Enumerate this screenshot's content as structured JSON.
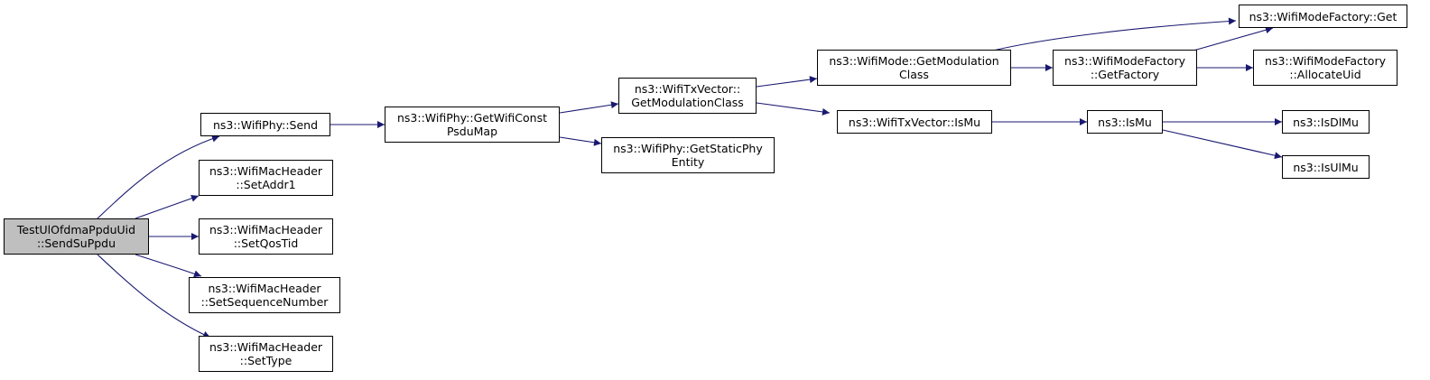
{
  "colors": {
    "edge": "#191970",
    "root_fill": "#bfbfbf",
    "node_fill": "#ffffff",
    "border": "#000000"
  },
  "nodes": {
    "send_su_ppdu": {
      "line1": "TestUlOfdmaPpduUid",
      "line2": "::SendSuPpdu"
    },
    "wifiphy_send": {
      "line1": "ns3::WifiPhy::Send",
      "line2": ""
    },
    "set_addr1": {
      "line1": "ns3::WifiMacHeader",
      "line2": "::SetAddr1"
    },
    "set_qos_tid": {
      "line1": "ns3::WifiMacHeader",
      "line2": "::SetQosTid"
    },
    "set_sequence_number": {
      "line1": "ns3::WifiMacHeader",
      "line2": "::SetSequenceNumber"
    },
    "set_type": {
      "line1": "ns3::WifiMacHeader",
      "line2": "::SetType"
    },
    "get_wifi_const_psdu_map": {
      "line1": "ns3::WifiPhy::GetWifiConst",
      "line2": "PsduMap"
    },
    "txvector_get_modulation_class": {
      "line1": "ns3::WifiTxVector::",
      "line2": "GetModulationClass"
    },
    "get_static_phy_entity": {
      "line1": "ns3::WifiPhy::GetStaticPhy",
      "line2": "Entity"
    },
    "wifimode_get_modulation_class": {
      "line1": "ns3::WifiMode::GetModulation",
      "line2": "Class"
    },
    "txvector_is_mu": {
      "line1": "ns3::WifiTxVector::IsMu",
      "line2": ""
    },
    "modefactory_get_factory": {
      "line1": "ns3::WifiModeFactory",
      "line2": "::GetFactory"
    },
    "ns3_is_mu": {
      "line1": "ns3::IsMu",
      "line2": ""
    },
    "modefactory_get": {
      "line1": "ns3::WifiModeFactory::Get",
      "line2": ""
    },
    "modefactory_allocate_uid": {
      "line1": "ns3::WifiModeFactory",
      "line2": "::AllocateUid"
    },
    "is_dl_mu": {
      "line1": "ns3::IsDlMu",
      "line2": ""
    },
    "is_ul_mu": {
      "line1": "ns3::IsUlMu",
      "line2": ""
    }
  }
}
